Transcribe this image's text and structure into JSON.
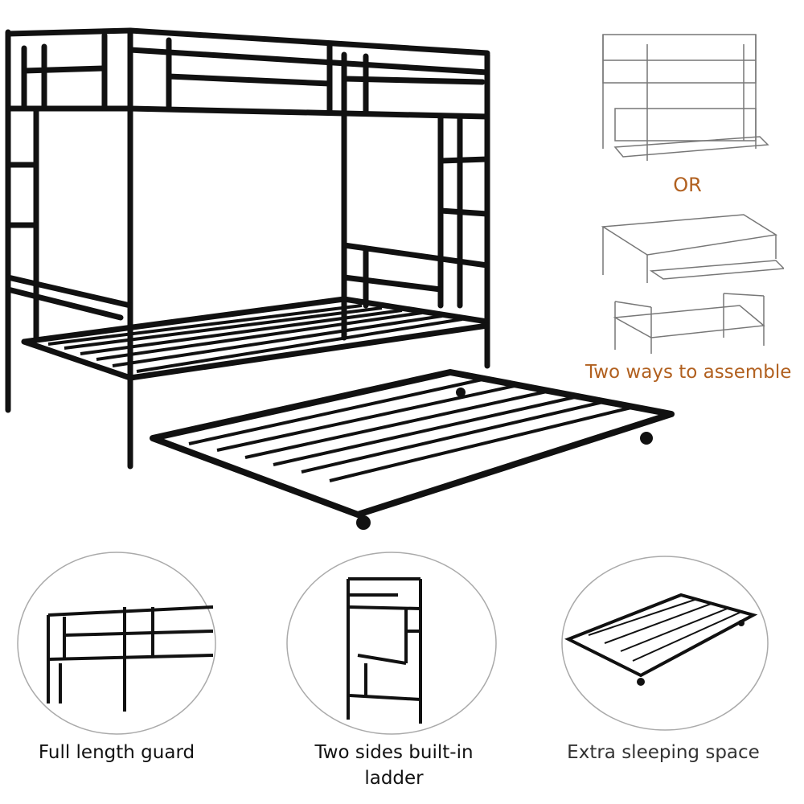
{
  "assembly": {
    "or_label": "OR",
    "caption": "Two ways to assemble",
    "accent_color": "#b1601f"
  },
  "features": [
    {
      "caption": "Full length guard"
    },
    {
      "caption_line1": "Two sides built-in",
      "caption_line2": "ladder"
    },
    {
      "caption": "Extra sleeping space"
    }
  ]
}
